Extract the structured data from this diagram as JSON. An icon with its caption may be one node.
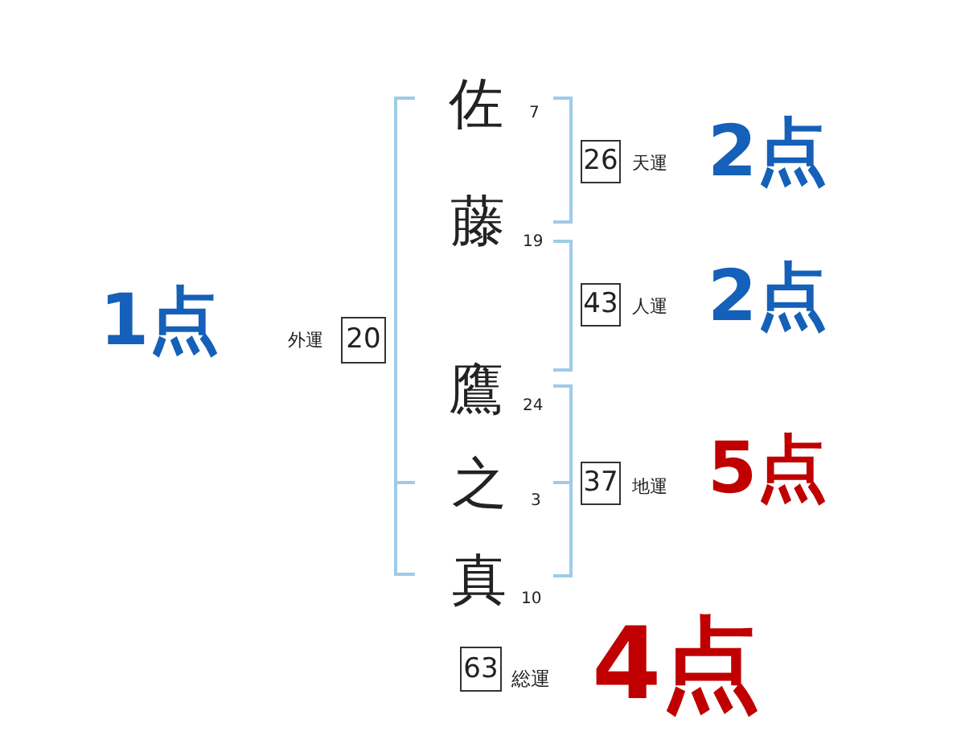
{
  "diagram": {
    "nodes": [
      {
        "text": [
          "26"
        ],
        "beside": [
          "天運",
          "2点"
        ]
      },
      {
        "text": [
          "43"
        ],
        "beside": [
          "人運",
          "2点"
        ]
      },
      {
        "text": [
          "20"
        ],
        "beside": [
          "外運",
          "1点"
        ]
      },
      {
        "text": [
          "37"
        ],
        "beside": [
          "地運",
          "5点"
        ]
      },
      {
        "text": [
          "63"
        ],
        "beside": [
          "総運",
          "4点"
        ]
      }
    ],
    "labels": [
      "佐",
      "7",
      "藤",
      "19",
      "鷹",
      "24",
      "之",
      "3",
      "真",
      "10"
    ]
  }
}
